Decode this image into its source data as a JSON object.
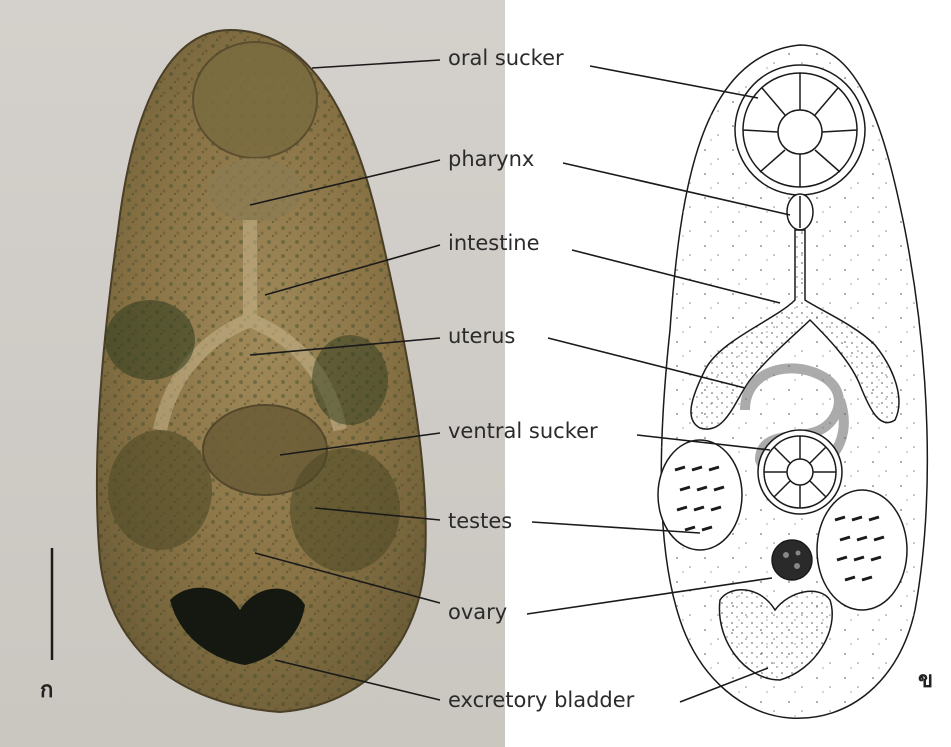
{
  "labels": {
    "oral_sucker": "oral sucker",
    "pharynx": "pharynx",
    "intestine": "intestine",
    "uterus": "uterus",
    "ventral_sucker": "ventral sucker",
    "testes": "testes",
    "ovary": "ovary",
    "excretory_bladder": "excretory bladder"
  },
  "panel_letters": {
    "photo": "ก",
    "drawing": "ข"
  },
  "colors": {
    "photo_background": "#cfcbc6",
    "specimen_body": "#8a7446",
    "specimen_dark": "#2c3a1e",
    "excretory_bladder_photo": "#141810",
    "line": "#1a1a1a"
  }
}
